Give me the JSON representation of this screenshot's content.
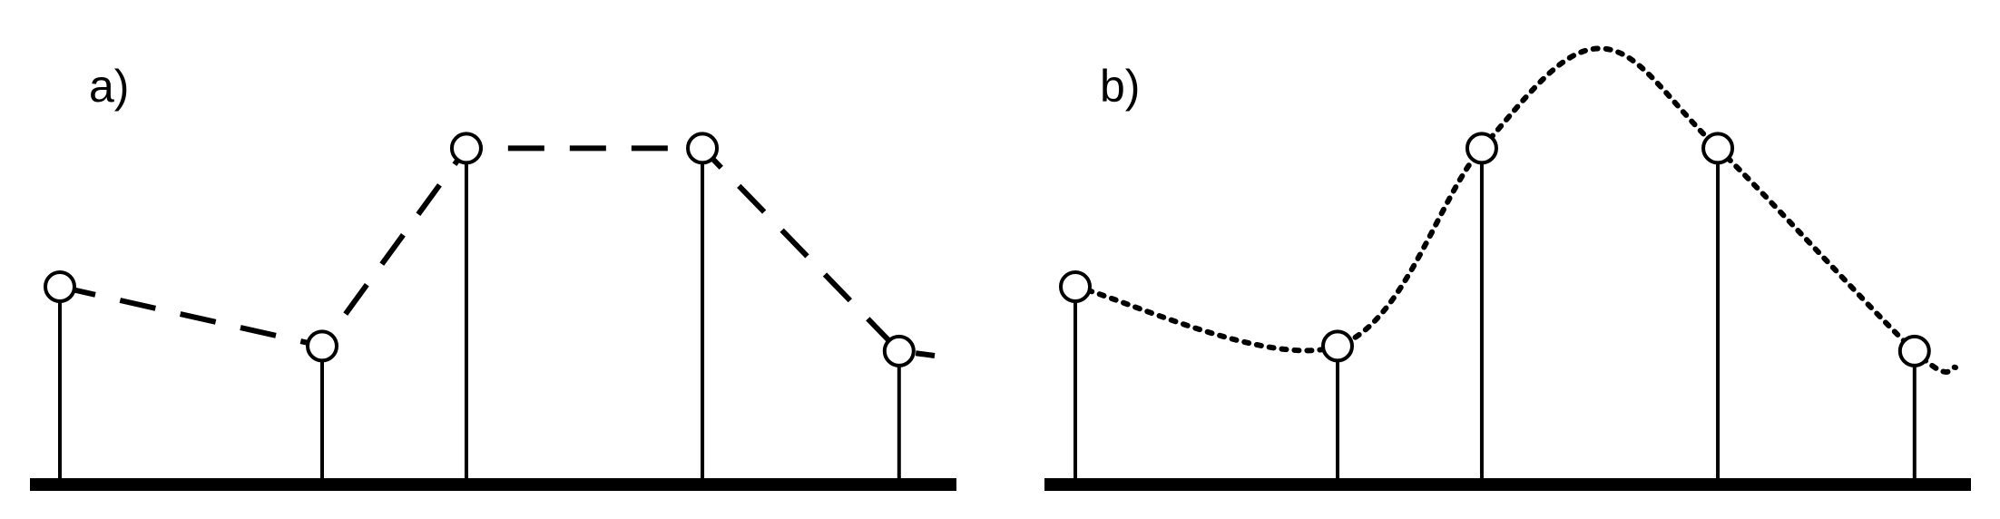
{
  "panels": [
    {
      "label": "a)",
      "interpolation": "linear",
      "curve_style": "dashed",
      "samples": [
        {
          "x": 0.0,
          "y": 2.0
        },
        {
          "x": 1.0,
          "y": 1.4
        },
        {
          "x": 1.55,
          "y": 3.4
        },
        {
          "x": 2.45,
          "y": 3.4
        },
        {
          "x": 3.2,
          "y": 1.35
        }
      ]
    },
    {
      "label": "b)",
      "interpolation": "smooth",
      "curve_style": "dotted",
      "samples": [
        {
          "x": 0.0,
          "y": 2.0
        },
        {
          "x": 1.0,
          "y": 1.4
        },
        {
          "x": 1.55,
          "y": 3.4
        },
        {
          "x": 2.45,
          "y": 3.4
        },
        {
          "x": 3.2,
          "y": 1.35
        }
      ]
    }
  ],
  "colors": {
    "ink": "#000000",
    "background": "#ffffff"
  }
}
